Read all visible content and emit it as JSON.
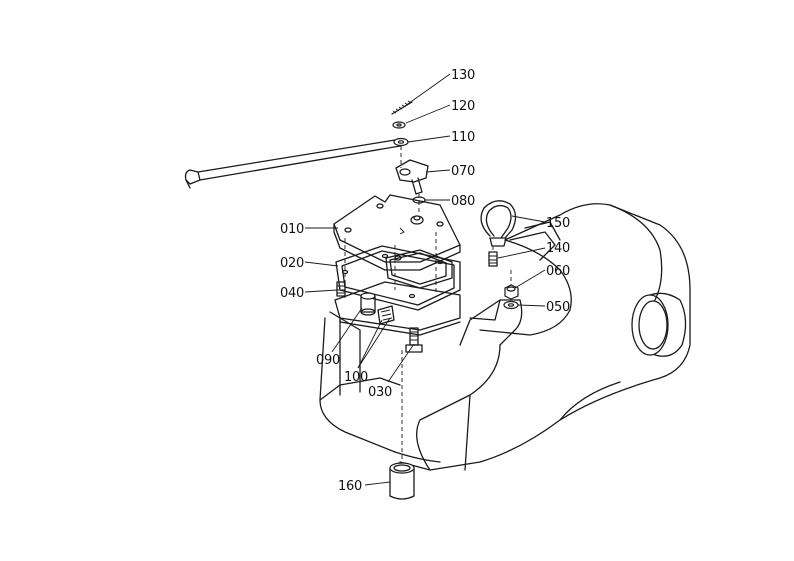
{
  "labels": {
    "p130": "130",
    "p120": "120",
    "p110": "110",
    "p070": "070",
    "p080": "080",
    "p010": "010",
    "p150": "150",
    "p140": "140",
    "p020": "020",
    "p060": "060",
    "p040": "040",
    "p050": "050",
    "p090": "090",
    "p100": "100",
    "p030": "030",
    "p160": "160"
  },
  "colors": {
    "line": "#1a1a1a",
    "background": "#ffffff"
  }
}
